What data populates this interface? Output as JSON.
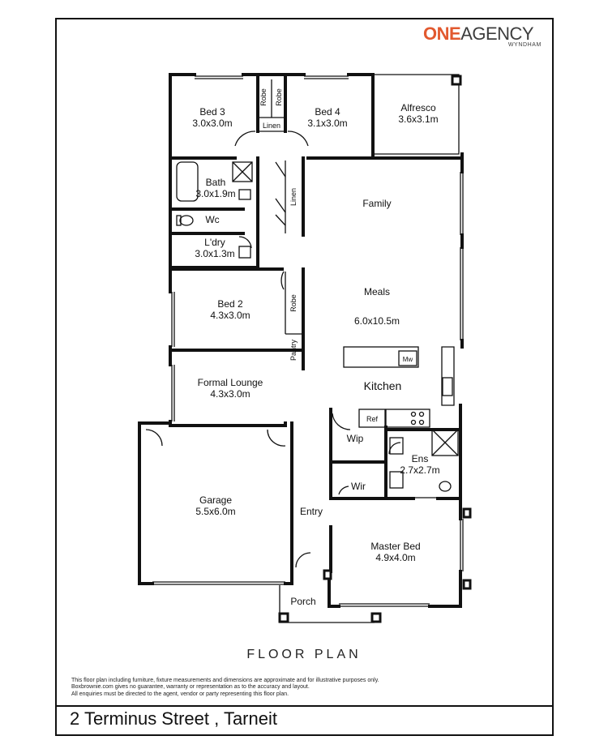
{
  "brand": {
    "name_part1": "ONE",
    "name_part2": "AGENCY",
    "branch": "WYNDHAM"
  },
  "title": "FLOOR PLAN",
  "disclaimer": [
    "This floor plan including furniture, fixture measurements and dimensions are approximate and for illustrative purposes only.",
    "Boxbrownie.com gives no guarantee, warranty or representation as to the accuracy and layout.",
    "All enquiries must be directed to the agent, vendor or party representing this floor plan."
  ],
  "address": "2 Terminus Street , Tarneit",
  "rooms": {
    "bed3": {
      "name": "Bed 3",
      "size": "3.0x3.0m"
    },
    "bed4": {
      "name": "Bed 4",
      "size": "3.1x3.0m"
    },
    "alfresco": {
      "name": "Alfresco",
      "size": "3.6x3.1m"
    },
    "bath": {
      "name": "Bath",
      "size": "3.0x1.9m"
    },
    "wc": {
      "name": "Wc"
    },
    "laundry": {
      "name": "L'dry",
      "size": "3.0x1.3m"
    },
    "family": {
      "name": "Family"
    },
    "meals": {
      "name": "Meals",
      "size": "6.0x10.5m"
    },
    "bed2": {
      "name": "Bed 2",
      "size": "4.3x3.0m"
    },
    "formal_lounge": {
      "name": "Formal Lounge",
      "size": "4.3x3.0m"
    },
    "kitchen": {
      "name": "Kitchen"
    },
    "garage": {
      "name": "Garage",
      "size": "5.5x6.0m"
    },
    "wip": {
      "name": "Wip"
    },
    "ensuite": {
      "name": "Ens",
      "size": "2.7x2.7m"
    },
    "wir": {
      "name": "Wir"
    },
    "entry": {
      "name": "Entry"
    },
    "master_bed": {
      "name": "Master Bed",
      "size": "4.9x4.0m"
    },
    "porch": {
      "name": "Porch"
    }
  },
  "fixtures": {
    "robe_bed3": "Robe",
    "robe_bed4": "Robe",
    "linen_hall": "Linen",
    "linen_family": "Linen",
    "robe_bed2": "Robe",
    "pantry": "Pantry",
    "microwave": "Mw",
    "fridge": "Ref"
  }
}
